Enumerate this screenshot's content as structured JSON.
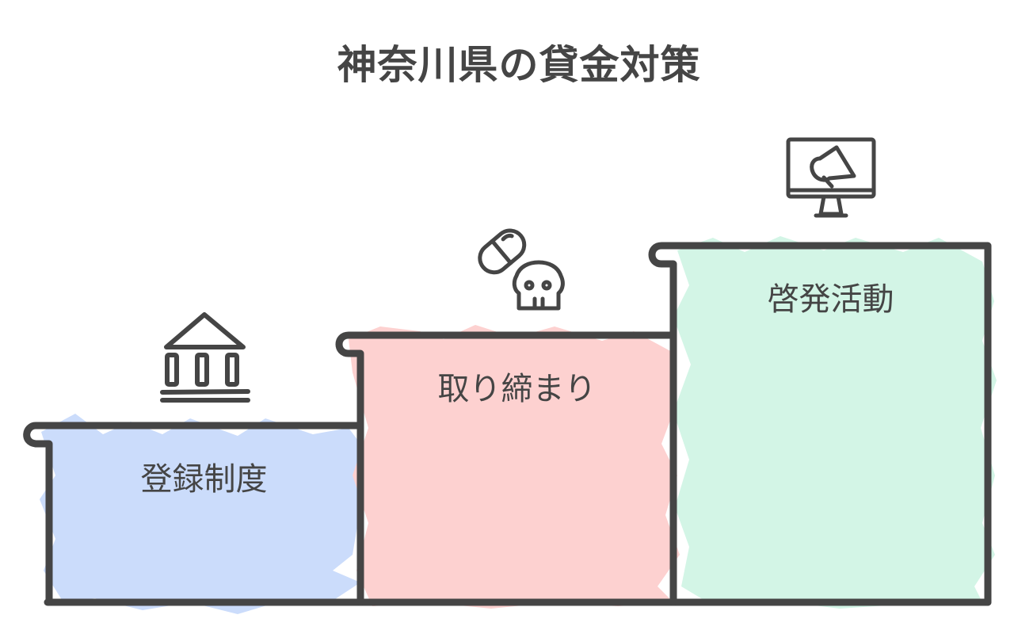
{
  "title": "神奈川県の貸金対策",
  "colors": {
    "stroke": "#454545",
    "step1_fill": "#cbdcfb",
    "step2_fill": "#fdd1d0",
    "step3_fill": "#d3f5e6",
    "background": "#ffffff"
  },
  "steps": [
    {
      "label": "登録制度",
      "icon": "bank-building-icon",
      "fill": "#cbdcfb"
    },
    {
      "label": "取り締まり",
      "icon": "pill-and-skull-icon",
      "fill": "#fdd1d0"
    },
    {
      "label": "啓発活動",
      "icon": "monitor-megaphone-icon",
      "fill": "#d3f5e6"
    }
  ]
}
